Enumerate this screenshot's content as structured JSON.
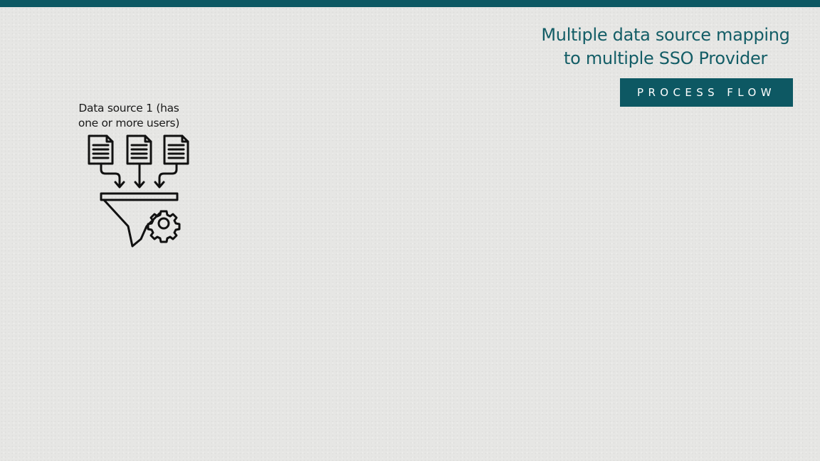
{
  "slide": {
    "title_line1": "Multiple data source mapping",
    "title_line2": "to multiple SSO Provider",
    "badge_label": "PROCESS FLOW"
  },
  "diagram": {
    "source_label_line1": "Data source 1 (has",
    "source_label_line2": "one or more users)",
    "icons": [
      "document-icon",
      "document-icon",
      "document-icon",
      "arrow-down-icon",
      "funnel-icon",
      "gear-icon"
    ]
  },
  "colors": {
    "accent": "#0d5863",
    "title_text": "#135d66",
    "badge_bg": "#0d5863",
    "icon_stroke": "#111111",
    "background": "#e6e6e4"
  }
}
